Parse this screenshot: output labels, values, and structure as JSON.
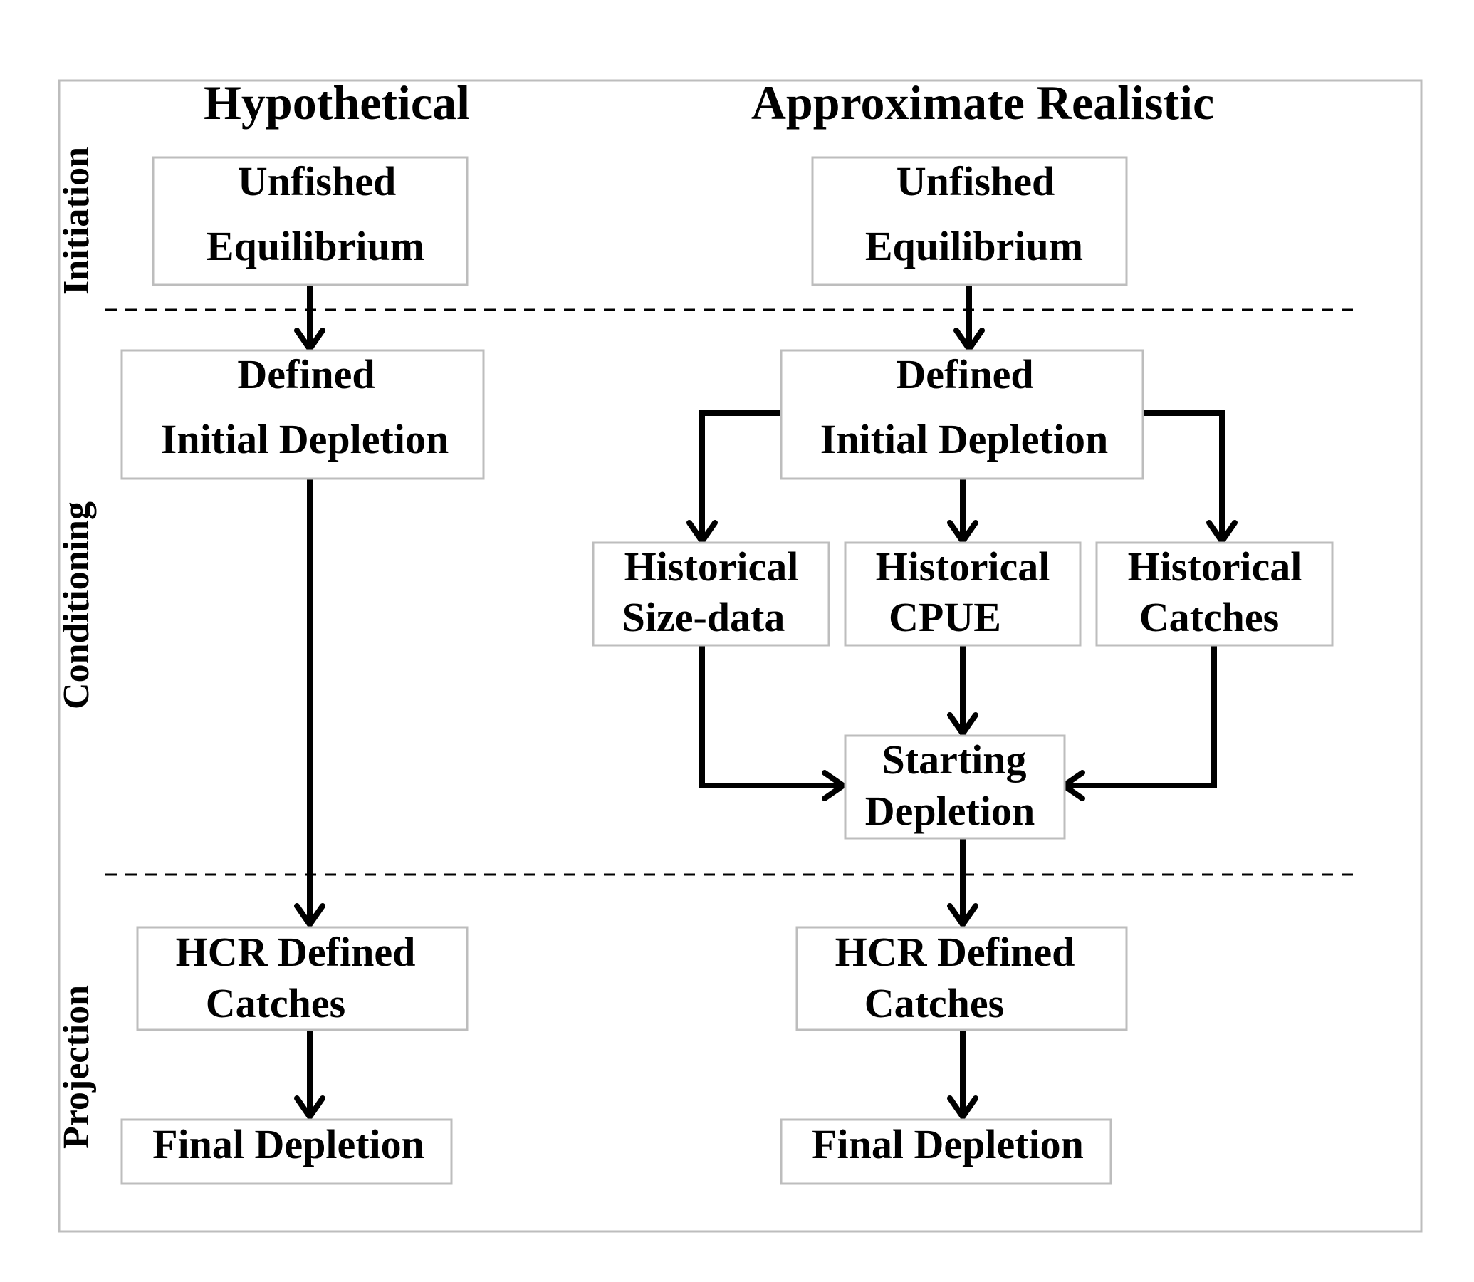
{
  "columns": {
    "hypothetical": "Hypothetical",
    "realistic": "Approximate Realistic"
  },
  "phases": {
    "initiation": "Initiation",
    "conditioning": "Conditioning",
    "projection": "Projection"
  },
  "hypothetical": {
    "unfished": [
      "Unfished",
      "Equilibrium"
    ],
    "initial_depletion": [
      "Defined",
      "Initial Depletion"
    ],
    "hcr_catches": [
      "HCR Defined",
      "Catches"
    ],
    "final_depletion": [
      "Final Depletion"
    ]
  },
  "realistic": {
    "unfished": [
      "Unfished",
      "Equilibrium"
    ],
    "initial_depletion": [
      "Defined",
      "Initial Depletion"
    ],
    "size_data": [
      "Historical",
      "Size-data"
    ],
    "cpue": [
      "Historical",
      "CPUE"
    ],
    "catches": [
      "Historical",
      "Catches"
    ],
    "starting_depletion": [
      "Starting",
      "Depletion"
    ],
    "hcr_catches": [
      "HCR Defined",
      "Catches"
    ],
    "final_depletion": [
      "Final Depletion"
    ]
  }
}
